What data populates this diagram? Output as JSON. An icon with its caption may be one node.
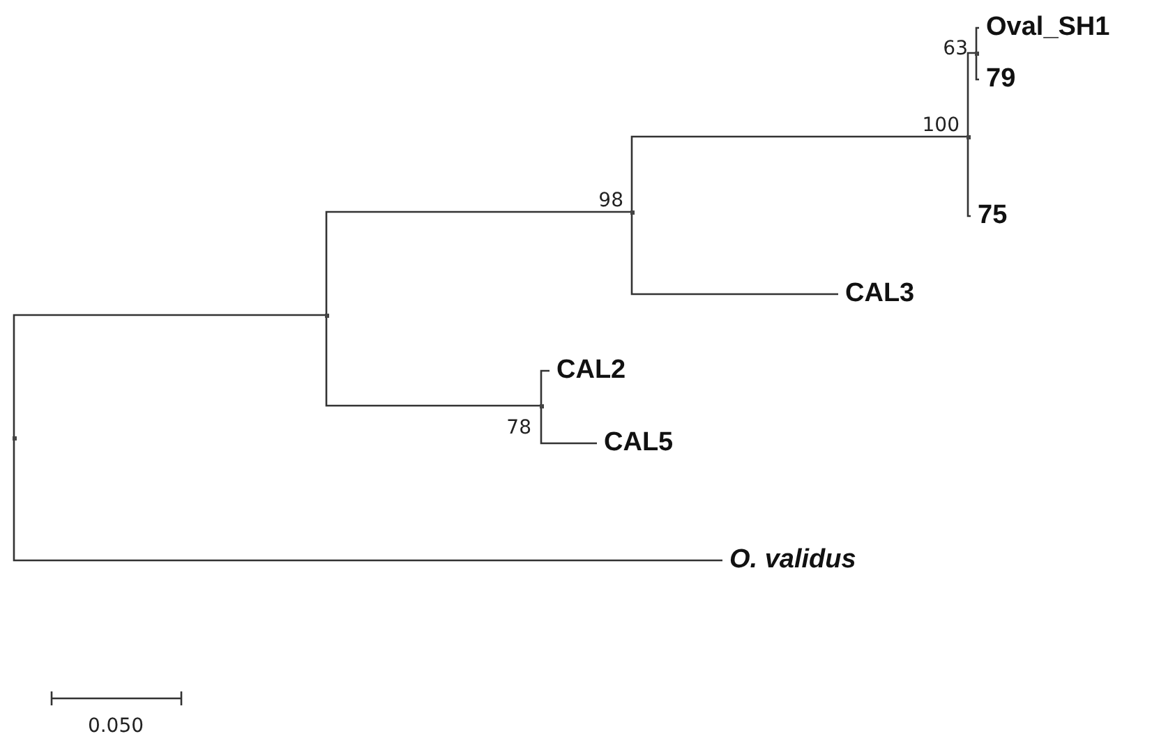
{
  "diagram": {
    "nodes": [
      {
        "text": [],
        "shape": "point"
      },
      {
        "text": [],
        "shape": "point"
      },
      {
        "text": [],
        "shape": "point",
        "beside": [
          "98"
        ]
      },
      {
        "text": [],
        "shape": "point",
        "beside": [
          "100"
        ]
      },
      {
        "text": [],
        "shape": "point",
        "beside": [
          "63"
        ]
      },
      {
        "text": [
          "Oval_SH1"
        ]
      },
      {
        "text": [
          "79"
        ]
      },
      {
        "text": [
          "75"
        ]
      },
      {
        "text": [
          "CAL3"
        ]
      },
      {
        "text": [],
        "shape": "point",
        "beside": [
          "78"
        ]
      },
      {
        "text": [
          "CAL2"
        ]
      },
      {
        "text": [
          "CAL5"
        ]
      },
      {
        "text": [
          "O. validus"
        ]
      }
    ],
    "edges": [
      {
        "from": 0,
        "to": 1,
        "arrow": "none"
      },
      {
        "from": 1,
        "to": 2,
        "arrow": "none"
      },
      {
        "from": 2,
        "to": 3,
        "arrow": "none"
      },
      {
        "from": 3,
        "to": 4,
        "arrow": "none"
      },
      {
        "from": 4,
        "to": 5,
        "arrow": "none"
      },
      {
        "from": 4,
        "to": 6,
        "arrow": "none"
      },
      {
        "from": 3,
        "to": 7,
        "arrow": "none"
      },
      {
        "from": 2,
        "to": 8,
        "arrow": "none"
      },
      {
        "from": 1,
        "to": 9,
        "arrow": "none"
      },
      {
        "from": 9,
        "to": 10,
        "arrow": "none"
      },
      {
        "from": 9,
        "to": 11,
        "arrow": "none"
      },
      {
        "from": 0,
        "to": 12,
        "arrow": "none"
      }
    ],
    "labels": [
      "0.050"
    ]
  }
}
